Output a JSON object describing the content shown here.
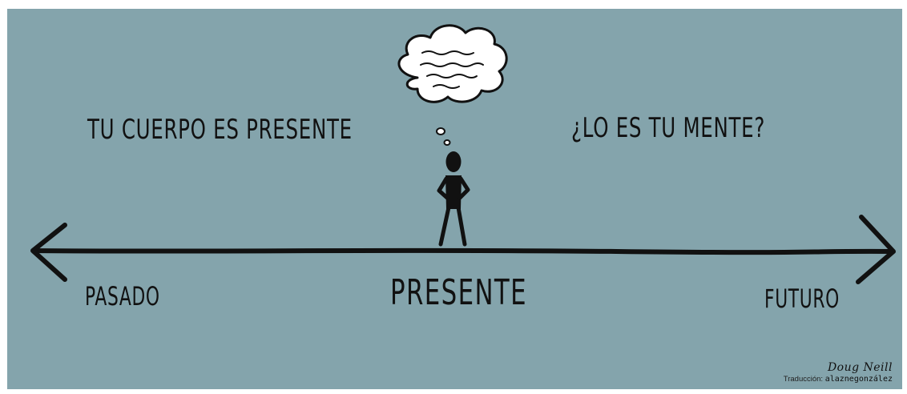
{
  "texts": {
    "left_heading": "TU CUERPO ES PRESENTE",
    "right_heading": "¿LO ES TU MENTE?",
    "timeline_left": "PASADO",
    "timeline_center": "PRESENTE",
    "timeline_right": "FUTURO"
  },
  "credits": {
    "author": "Doug Neill",
    "translation_label": "Traducción:",
    "translator": "alaznegonzález"
  },
  "colors": {
    "background": "#84a4ac",
    "ink": "#111111",
    "bubble": "#ffffff"
  },
  "icons": {
    "figure": "stick-figure-icon",
    "thought": "thought-bubble-icon",
    "left_arrow": "arrow-left-icon",
    "right_arrow": "arrow-right-icon"
  }
}
